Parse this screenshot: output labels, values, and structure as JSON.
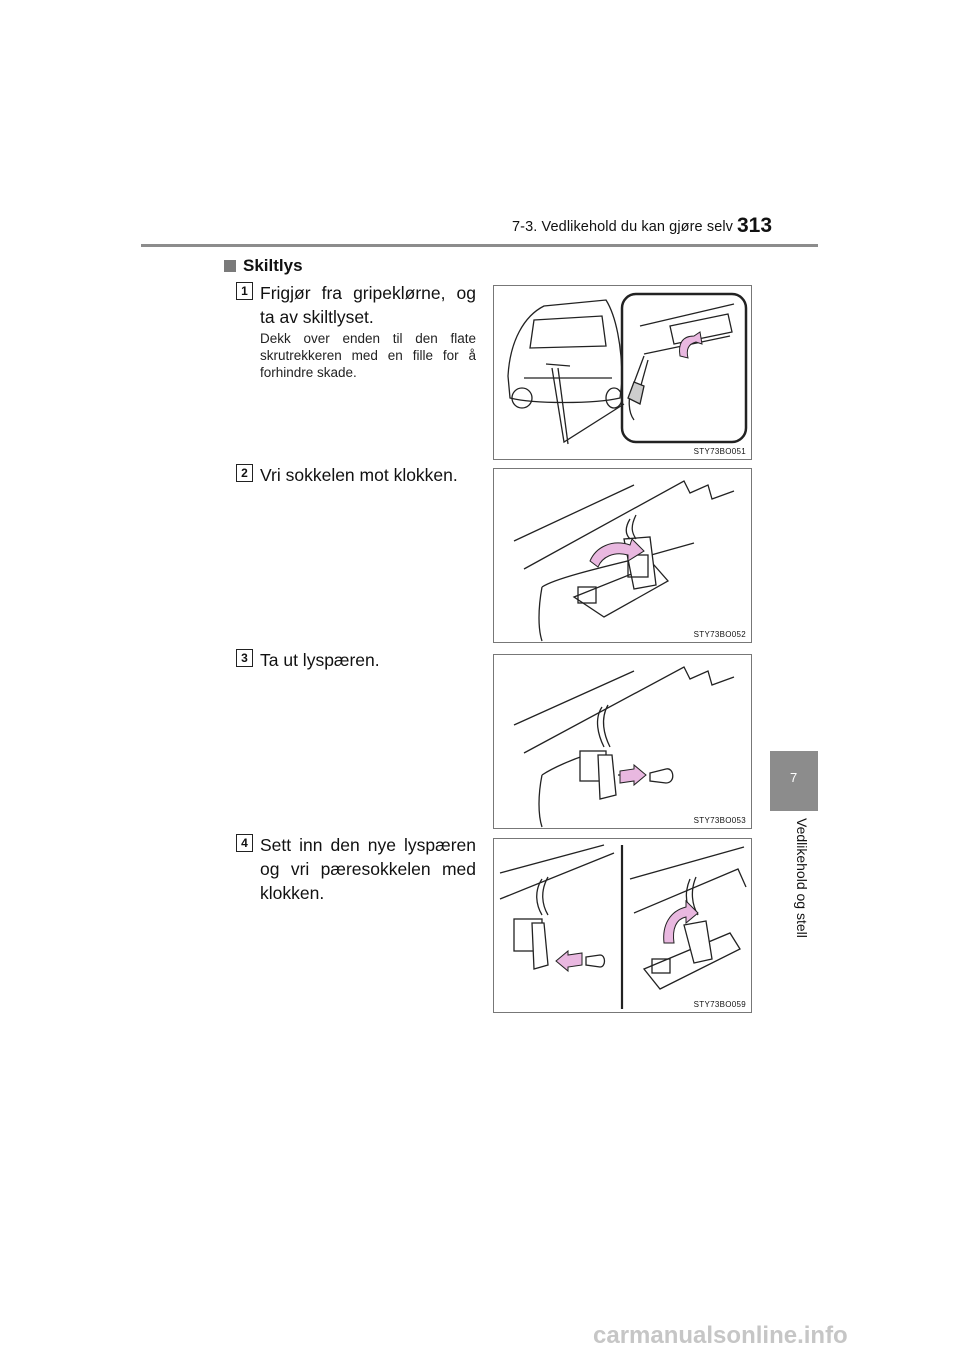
{
  "header": {
    "section_title": "7-3. Vedlikehold du kan gjøre selv",
    "page_number": "313"
  },
  "heading": "Skiltlys",
  "steps": [
    {
      "num": "1",
      "text": "Frigjør fra gripeklørne, og ta av skiltlyset.",
      "note": "Dekk over enden til den flate skrutrekkeren med en fille for å forhindre skade.",
      "figure_code": "STY73BO051"
    },
    {
      "num": "2",
      "text": "Vri sokkelen mot klokken.",
      "figure_code": "STY73BO052"
    },
    {
      "num": "3",
      "text": "Ta ut lyspæren.",
      "figure_code": "STY73BO053"
    },
    {
      "num": "4",
      "text": "Sett inn den nye lyspæren og vri pæresokkelen med klokken.",
      "figure_code": "STY73BO059"
    }
  ],
  "side_tab": {
    "number": "7",
    "label": "Vedlikehold og stell"
  },
  "colors": {
    "arrow": "#e9b8e0",
    "rule": "#8c8c8c"
  },
  "watermark": "carmanualsonline.info"
}
